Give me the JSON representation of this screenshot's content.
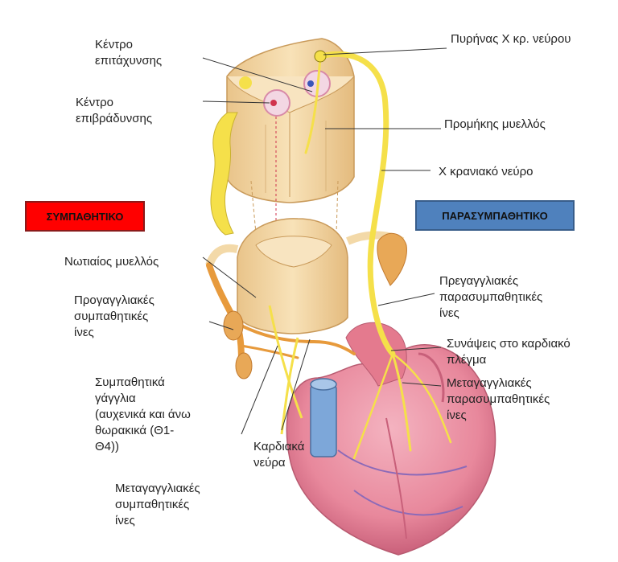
{
  "labels": {
    "accel_center": "Κέντρο\nεπιτάχυνσης",
    "decel_center": "Κέντρο\nεπιβράδυνσης",
    "vagus_nucleus": "Πυρήνας Χ κρ. νεύρου",
    "medulla": "Προμήκης μυελλός",
    "vagus_nerve": "Χ κρανιακό νεύρο",
    "spinal_cord": "Νωτιαίος μυελλός",
    "preganglionic_symp": "Προγαγγλιακές\nσυμπαθητικές\nίνες",
    "preganglionic_para": "Πρεγαγγλιακές\nπαρασυμπαθητικές\nίνες",
    "synapses": "Συνάψεις στο καρδιακό\nπλέγμα",
    "postganglionic_para": "Μεταγαγγλιακές\nπαρασυμπαθητικές\nίνες",
    "symp_ganglia": "Συμπαθητικά\nγάγγλια\n(αυχενικά και άνω\nθωρακικά (Θ1-\nΘ4))",
    "cardiac_nerves": "Καρδιακά\nνεύρα",
    "postganglionic_symp": "Μεταγαγγλιακές\nσυμπαθητικές\nίνες"
  },
  "boxes": {
    "sympathetic": "ΣΥΜΠΑΘΗΤΙΚΟ",
    "parasympathetic": "ΠΑΡΑΣΥΜΠΑΘΗΤΙΚΟ"
  },
  "colors": {
    "sympathetic_box": "#ff0000",
    "parasympathetic_box": "#4f81bd",
    "nerve_yellow": "#f5e04a",
    "sympathetic_fiber": "#e79a3c",
    "tissue": "#f3d9a8",
    "heart": "#e8889c"
  }
}
